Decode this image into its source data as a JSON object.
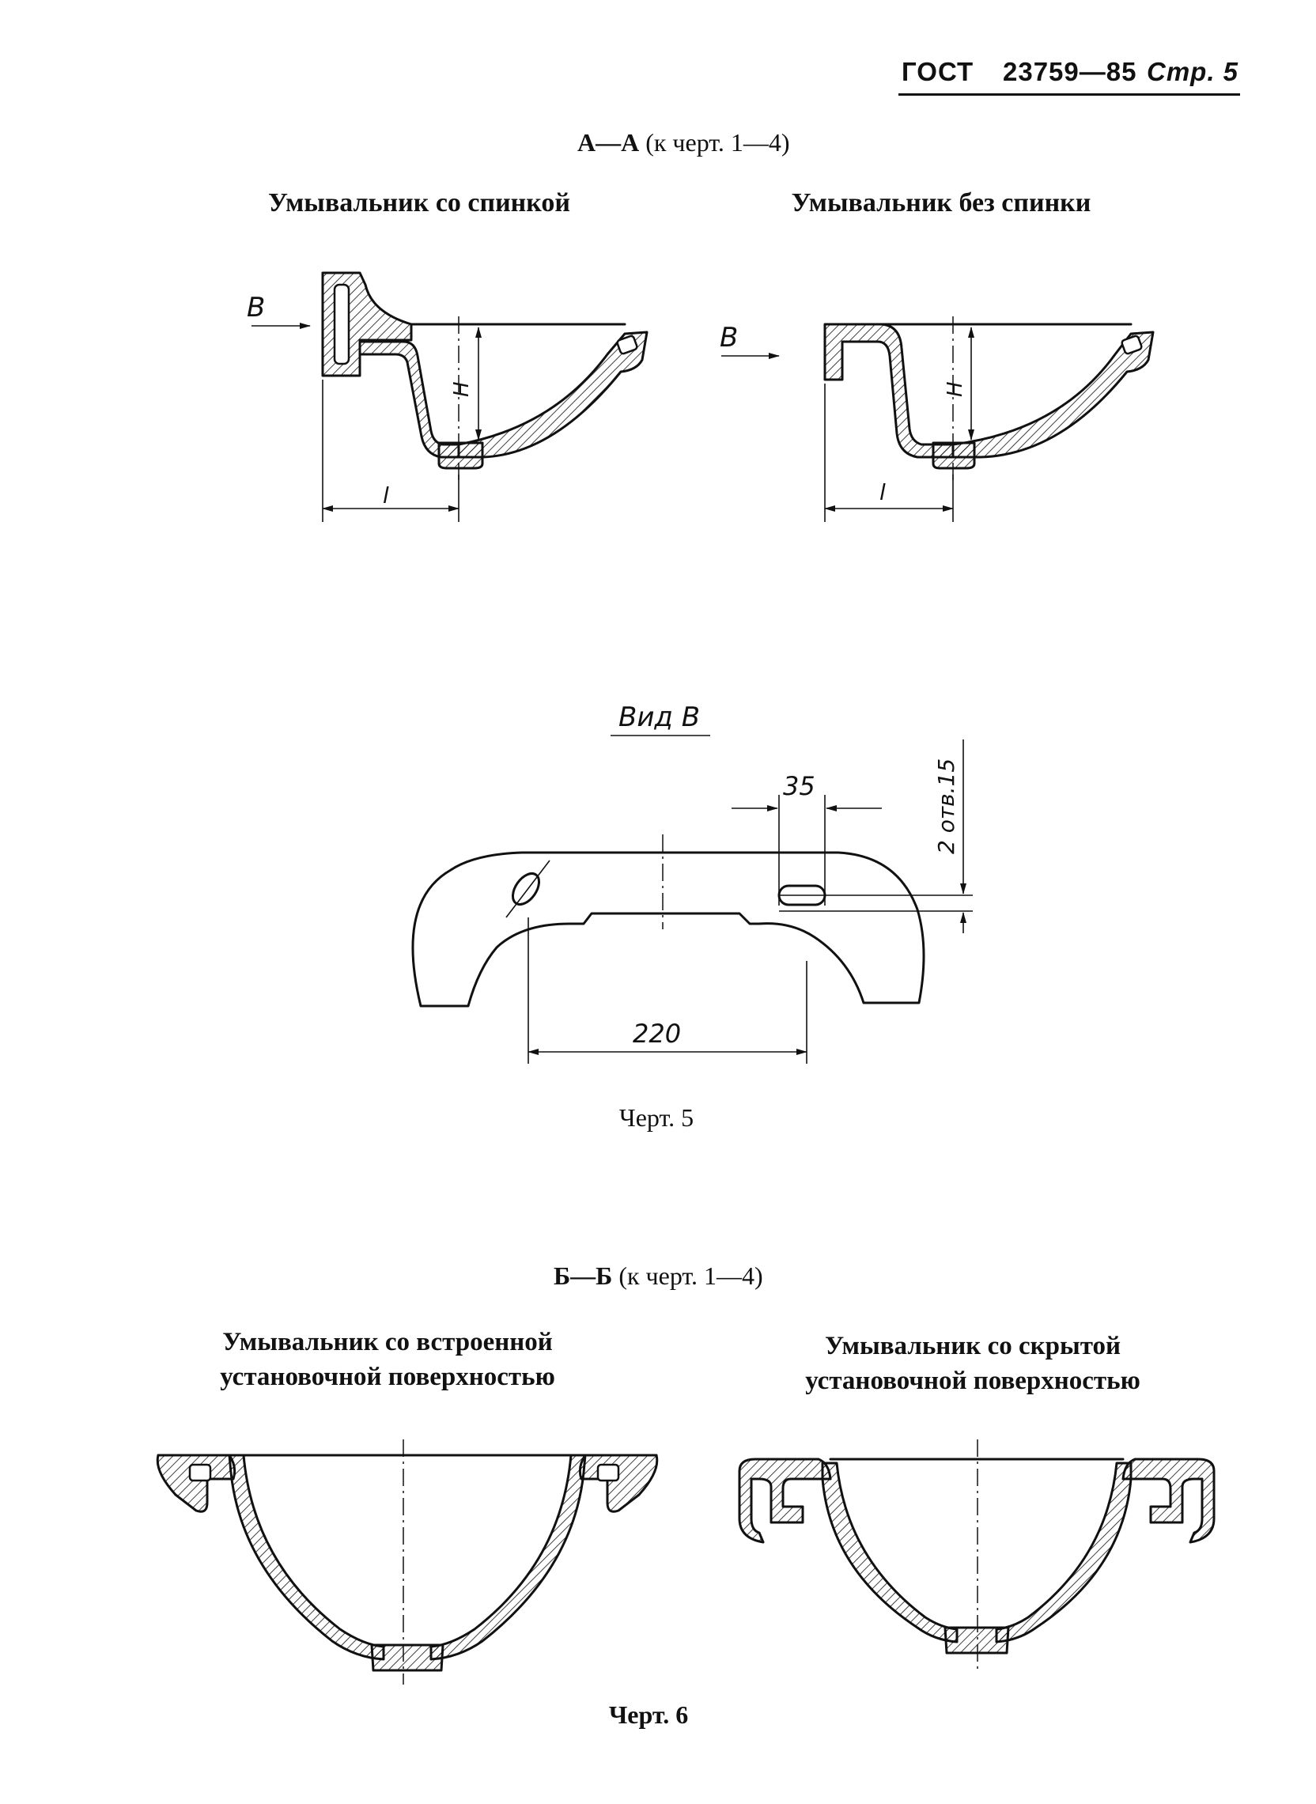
{
  "header": {
    "standard": "ГОСТ",
    "number": "23759—85",
    "page": "Стр. 5"
  },
  "section_aa": {
    "label": "А—А",
    "ref": "(к черт. 1—4)",
    "left_caption": "Умывальник со спинкой",
    "right_caption": "Умывальник без спинки",
    "view_letter": "В",
    "dim_height": "Н",
    "dim_length": "l"
  },
  "view_b": {
    "title": "Вид В",
    "dim_slot": "35",
    "dim_holes": "2 отв.15",
    "dim_span": "220"
  },
  "figure5": {
    "caption": "Черт. 5"
  },
  "section_bb": {
    "label": "Б—Б",
    "ref": "(к черт. 1—4)",
    "left_caption_line1": "Умывальник со встроенной",
    "left_caption_line2": "установочной поверхностью",
    "right_caption_line1": "Умывальник со  скрытой",
    "right_caption_line2": "установочной поверхностью"
  },
  "figure6": {
    "caption": "Черт. 6"
  }
}
